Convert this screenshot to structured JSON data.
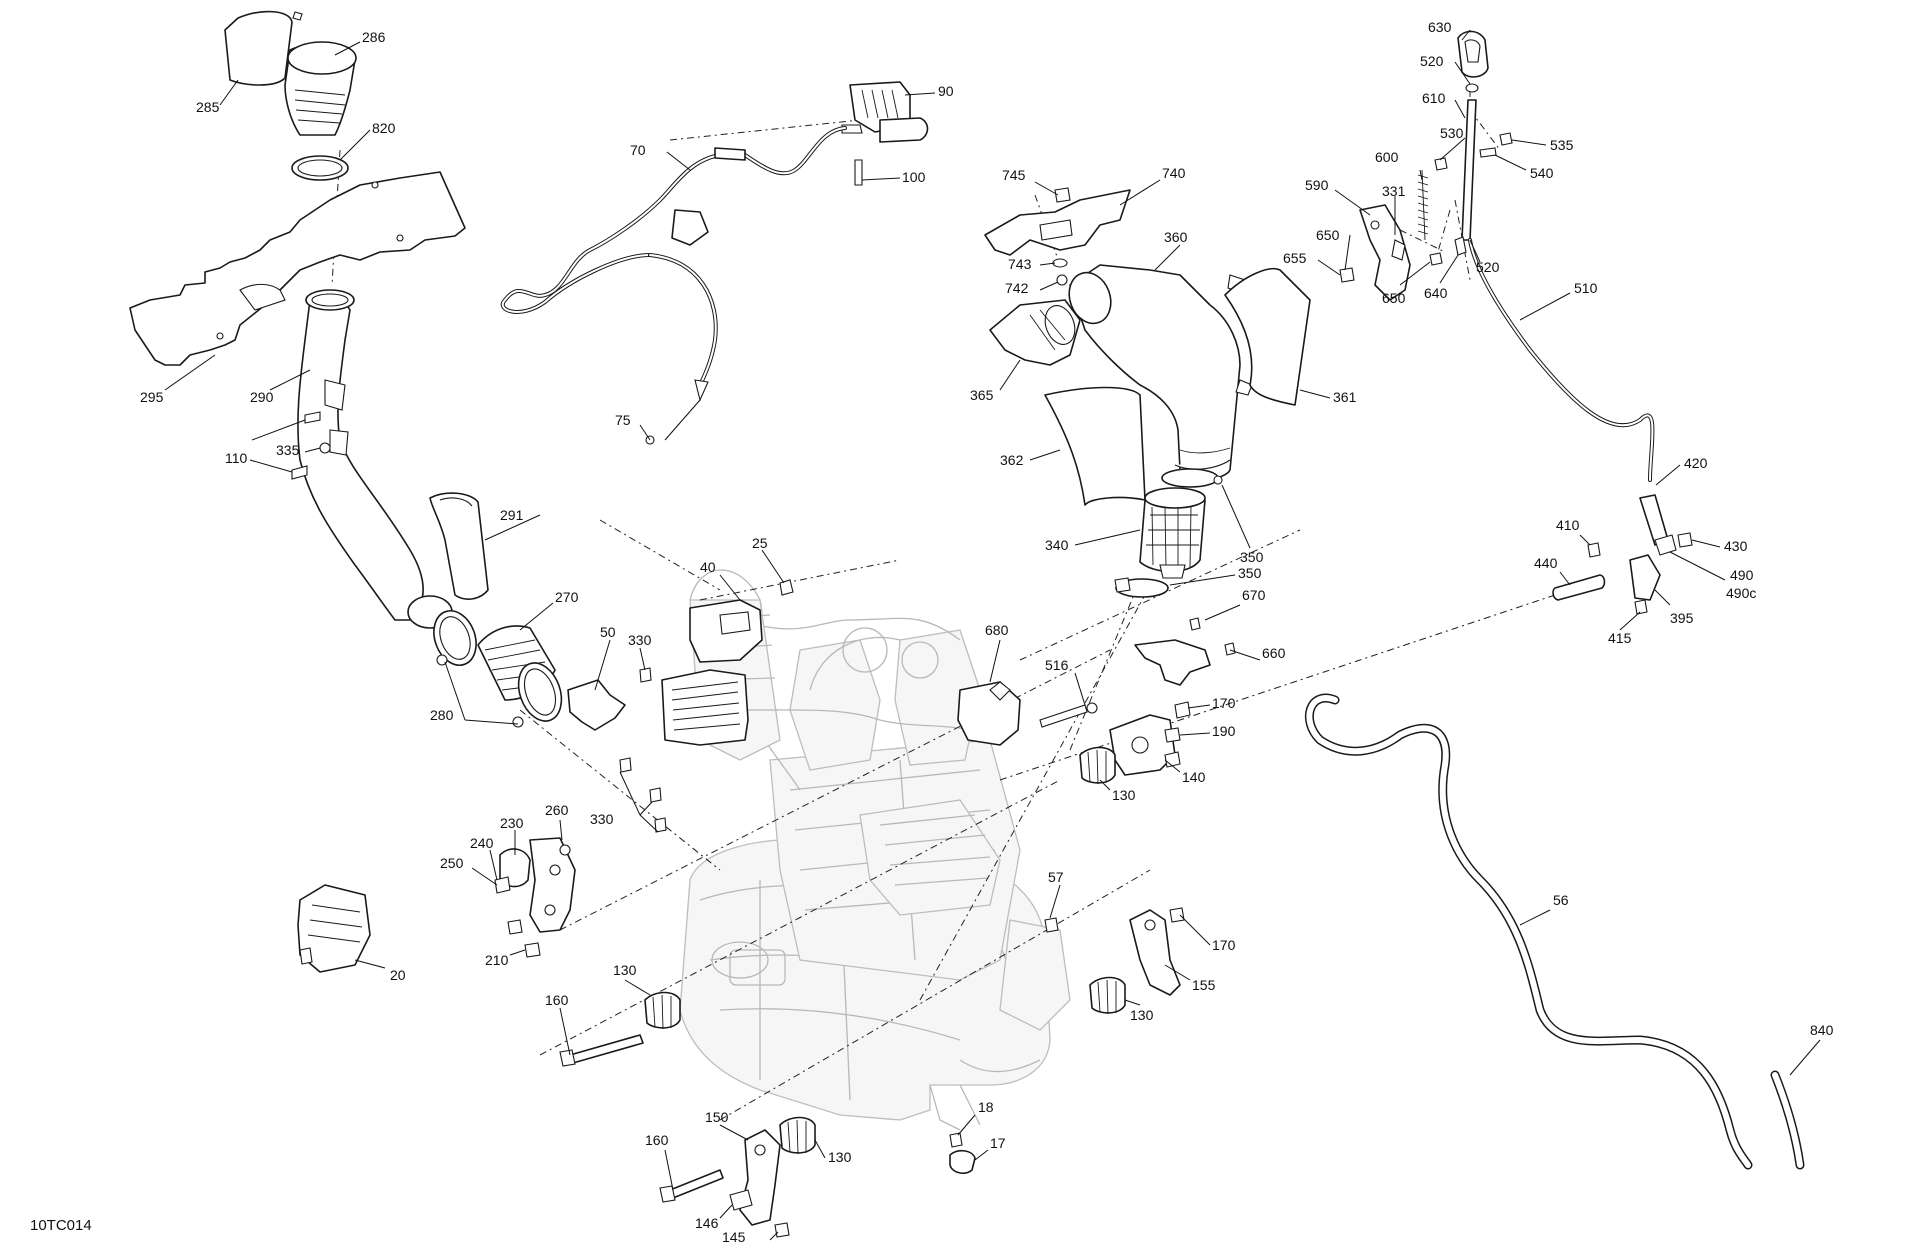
{
  "diagram": {
    "code": "10TC014",
    "labels": [
      {
        "id": "630",
        "text": "630"
      },
      {
        "id": "520a",
        "text": "520"
      },
      {
        "id": "610",
        "text": "610"
      },
      {
        "id": "530",
        "text": "530"
      },
      {
        "id": "535",
        "text": "535"
      },
      {
        "id": "540",
        "text": "540"
      },
      {
        "id": "600",
        "text": "600"
      },
      {
        "id": "590",
        "text": "590"
      },
      {
        "id": "331",
        "text": "331"
      },
      {
        "id": "650a",
        "text": "650"
      },
      {
        "id": "655",
        "text": "655"
      },
      {
        "id": "650b",
        "text": "650"
      },
      {
        "id": "640",
        "text": "640"
      },
      {
        "id": "520b",
        "text": "520"
      },
      {
        "id": "510",
        "text": "510"
      },
      {
        "id": "420",
        "text": "420"
      },
      {
        "id": "410",
        "text": "410"
      },
      {
        "id": "430",
        "text": "430"
      },
      {
        "id": "440",
        "text": "440"
      },
      {
        "id": "490",
        "text": "490"
      },
      {
        "id": "490c",
        "text": "490c"
      },
      {
        "id": "395",
        "text": "395"
      },
      {
        "id": "415",
        "text": "415"
      },
      {
        "id": "56",
        "text": "56"
      },
      {
        "id": "840",
        "text": "840"
      },
      {
        "id": "286",
        "text": "286"
      },
      {
        "id": "285",
        "text": "285"
      },
      {
        "id": "820",
        "text": "820"
      },
      {
        "id": "295",
        "text": "295"
      },
      {
        "id": "290",
        "text": "290"
      },
      {
        "id": "110",
        "text": "110"
      },
      {
        "id": "335",
        "text": "335"
      },
      {
        "id": "291",
        "text": "291"
      },
      {
        "id": "270",
        "text": "270"
      },
      {
        "id": "280",
        "text": "280"
      },
      {
        "id": "90",
        "text": "90"
      },
      {
        "id": "70",
        "text": "70"
      },
      {
        "id": "100",
        "text": "100"
      },
      {
        "id": "75",
        "text": "75"
      },
      {
        "id": "745",
        "text": "745"
      },
      {
        "id": "740",
        "text": "740"
      },
      {
        "id": "743",
        "text": "743"
      },
      {
        "id": "742",
        "text": "742"
      },
      {
        "id": "360",
        "text": "360"
      },
      {
        "id": "365",
        "text": "365"
      },
      {
        "id": "361",
        "text": "361"
      },
      {
        "id": "362",
        "text": "362"
      },
      {
        "id": "340",
        "text": "340"
      },
      {
        "id": "350a",
        "text": "350"
      },
      {
        "id": "350b",
        "text": "350"
      },
      {
        "id": "25",
        "text": "25"
      },
      {
        "id": "40",
        "text": "40"
      },
      {
        "id": "50",
        "text": "50"
      },
      {
        "id": "330a",
        "text": "330"
      },
      {
        "id": "330b",
        "text": "330"
      },
      {
        "id": "680",
        "text": "680"
      },
      {
        "id": "670",
        "text": "670"
      },
      {
        "id": "660",
        "text": "660"
      },
      {
        "id": "516",
        "text": "516"
      },
      {
        "id": "170a",
        "text": "170"
      },
      {
        "id": "190",
        "text": "190"
      },
      {
        "id": "140",
        "text": "140"
      },
      {
        "id": "130a",
        "text": "130"
      },
      {
        "id": "260",
        "text": "260"
      },
      {
        "id": "230",
        "text": "230"
      },
      {
        "id": "240",
        "text": "240"
      },
      {
        "id": "250",
        "text": "250"
      },
      {
        "id": "210",
        "text": "210"
      },
      {
        "id": "20",
        "text": "20"
      },
      {
        "id": "57",
        "text": "57"
      },
      {
        "id": "170b",
        "text": "170"
      },
      {
        "id": "155",
        "text": "155"
      },
      {
        "id": "130b",
        "text": "130"
      },
      {
        "id": "130c",
        "text": "130"
      },
      {
        "id": "160a",
        "text": "160"
      },
      {
        "id": "18",
        "text": "18"
      },
      {
        "id": "17",
        "text": "17"
      },
      {
        "id": "150",
        "text": "150"
      },
      {
        "id": "130d",
        "text": "130"
      },
      {
        "id": "160b",
        "text": "160"
      },
      {
        "id": "146",
        "text": "146"
      },
      {
        "id": "145",
        "text": "145"
      }
    ]
  }
}
